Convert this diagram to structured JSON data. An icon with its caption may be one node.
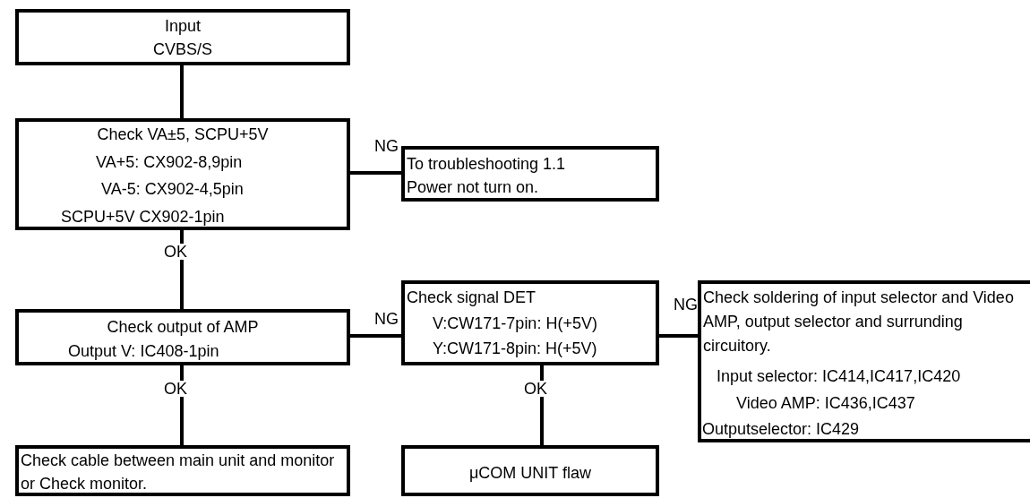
{
  "diagram": {
    "nodes": [
      {
        "text": [
          "Input",
          "CVBS/S"
        ]
      },
      {
        "text": [
          "Check VA±5, SCPU+5V",
          "VA+5: CX902-8,9pin",
          "VA-5: CX902-4,5pin",
          "SCPU+5V CX902-1pin"
        ]
      },
      {
        "text": [
          "To troubleshooting 1.1",
          "Power not turn on."
        ]
      },
      {
        "text": [
          "Check output of AMP",
          "Output V: IC408-1pin"
        ]
      },
      {
        "text": [
          "Check signal DET",
          "V:CW171-7pin: H(+5V)",
          "Y:CW171-8pin: H(+5V)"
        ]
      },
      {
        "text": [
          "Check soldering of input selector and Video AMP, output selector and surrunding circuitory.",
          "Input selector: IC414,IC417,IC420",
          "Video AMP: IC436,IC437",
          "Outputselector: IC429"
        ]
      },
      {
        "text": [
          "Check cable between main unit and monitor or Check monitor."
        ]
      },
      {
        "text": [
          "μCOM UNIT flaw"
        ]
      }
    ],
    "edges": [
      {
        "from": 0,
        "to": 1,
        "arrow": "none"
      },
      {
        "from": 1,
        "to": 2,
        "arrow": "none",
        "label": "NG"
      },
      {
        "from": 1,
        "to": 3,
        "arrow": "none",
        "label": "OK"
      },
      {
        "from": 3,
        "to": 4,
        "arrow": "none",
        "label": "NG"
      },
      {
        "from": 4,
        "to": 5,
        "arrow": "none",
        "label": "NG"
      },
      {
        "from": 3,
        "to": 6,
        "arrow": "none",
        "label": "OK"
      },
      {
        "from": 4,
        "to": 7,
        "arrow": "none",
        "label": "OK"
      }
    ]
  }
}
